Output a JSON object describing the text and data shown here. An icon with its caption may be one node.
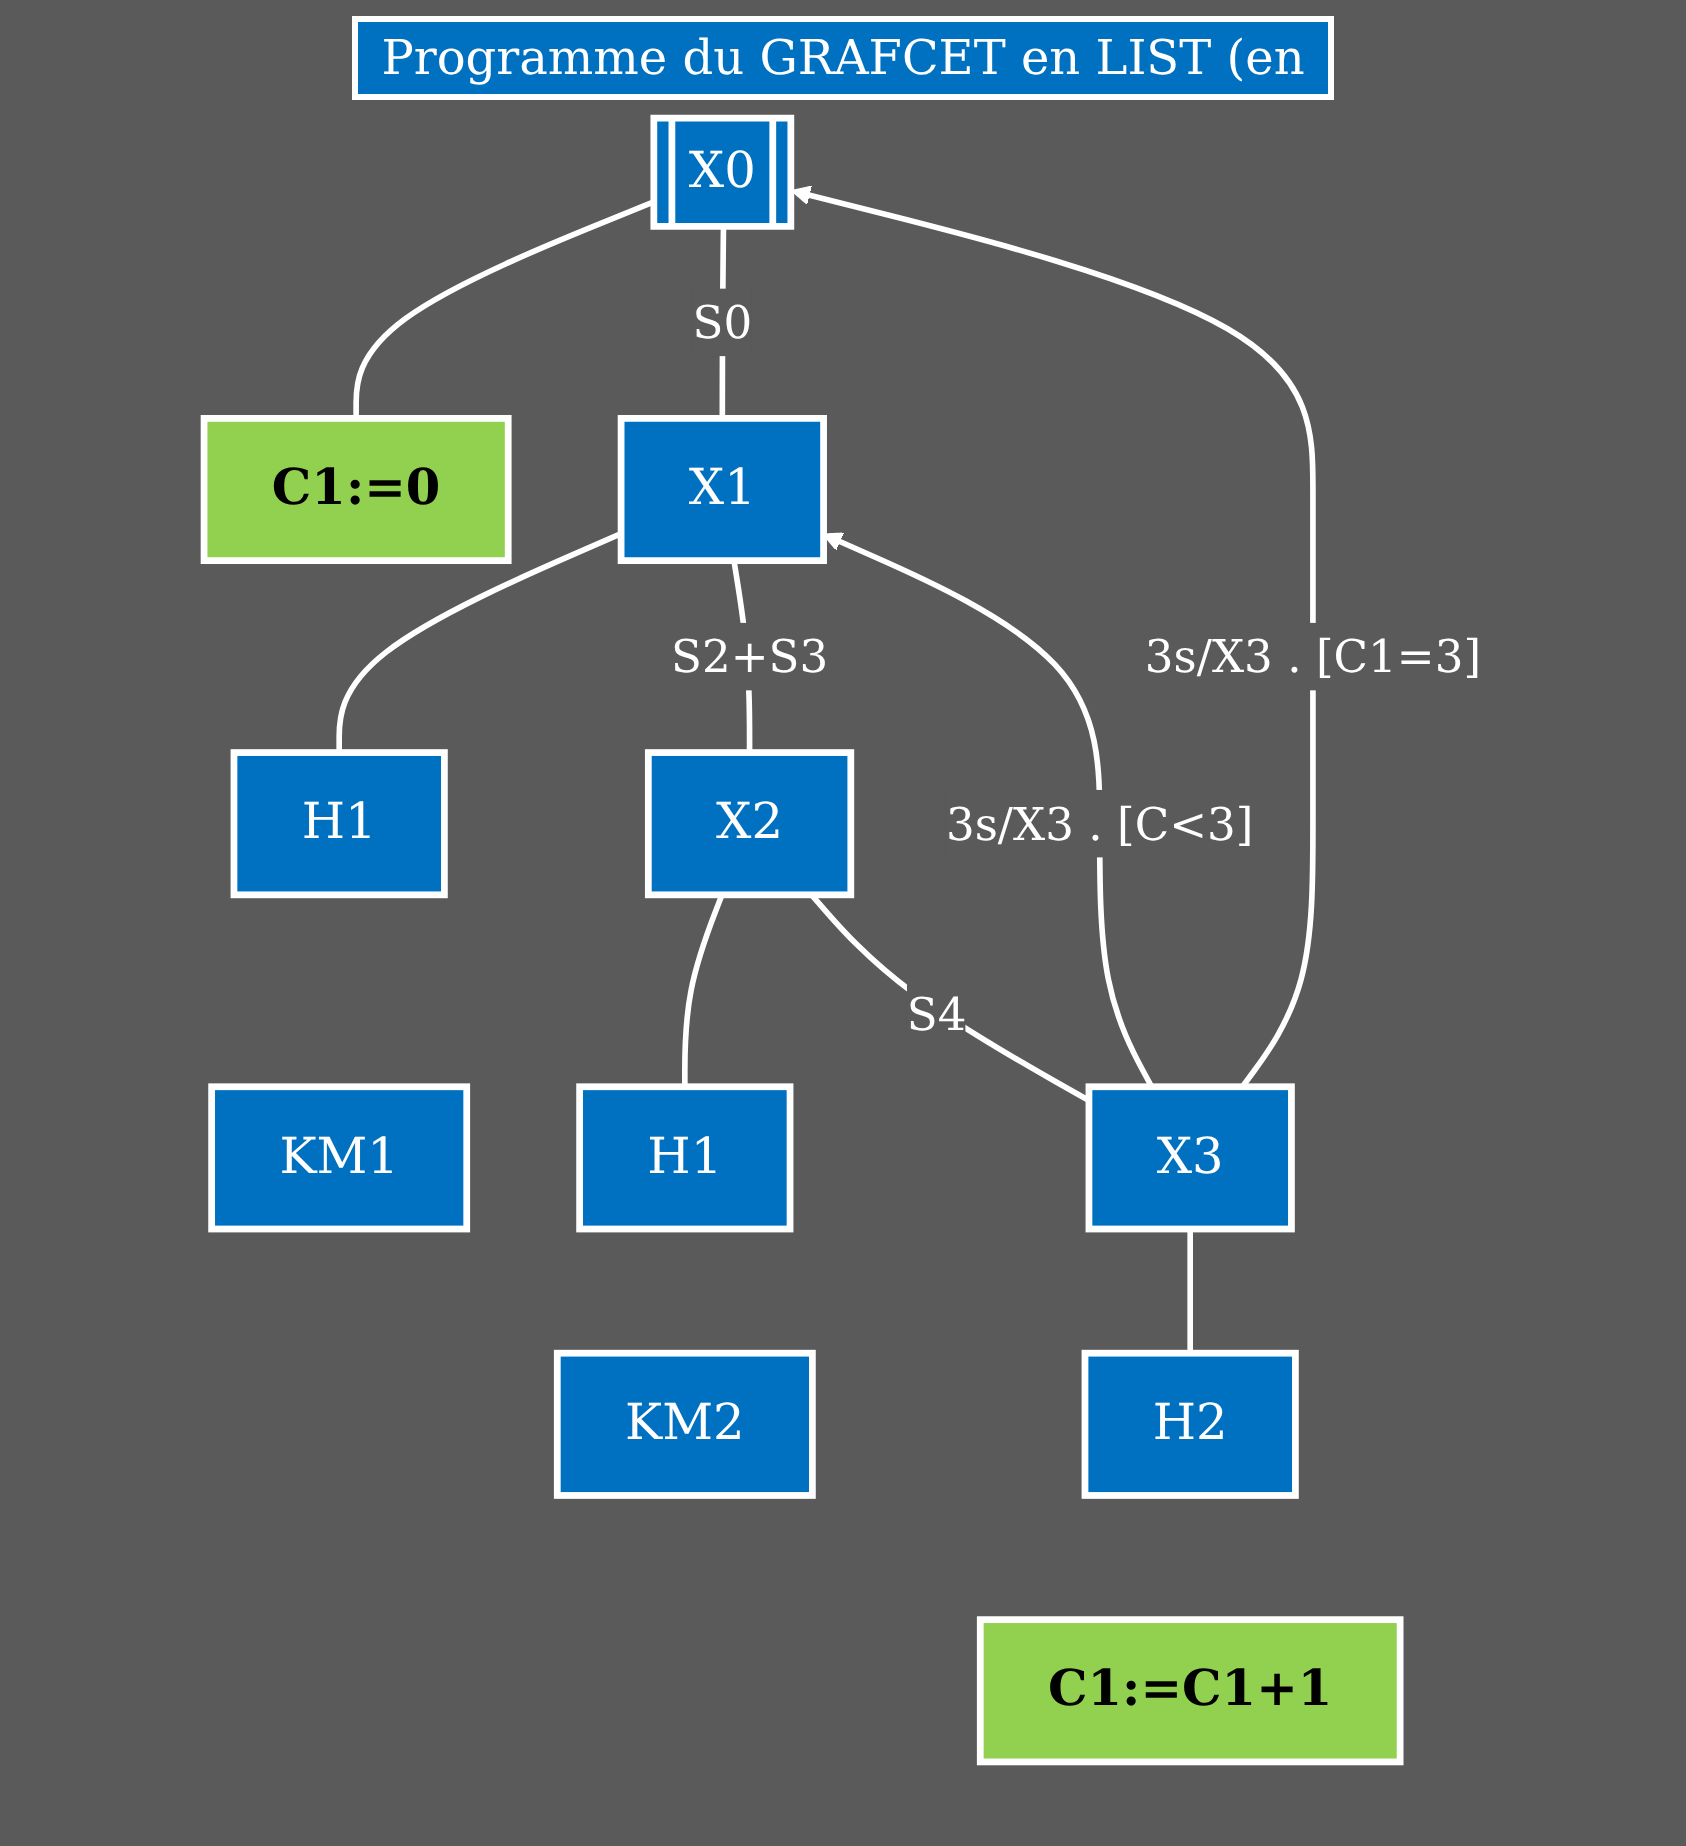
{
  "diagram": {
    "title": "Programme du GRAFCET en LIST (en",
    "nodes": [
      {
        "text": [
          "X0"
        ]
      },
      {
        "text": [
          "C1:=0"
        ]
      },
      {
        "text": [
          "X1"
        ]
      },
      {
        "text": [
          "H1"
        ]
      },
      {
        "text": [
          "KM1"
        ]
      },
      {
        "text": [
          "X2"
        ]
      },
      {
        "text": [
          "H1"
        ]
      },
      {
        "text": [
          "KM2"
        ]
      },
      {
        "text": [
          "X3"
        ]
      },
      {
        "text": [
          "H2"
        ]
      },
      {
        "text": [
          "C1:=C1+1"
        ]
      }
    ],
    "edges": [
      {
        "from": 0,
        "to": 1,
        "arrow": "none"
      },
      {
        "from": 0,
        "to": 2,
        "arrow": "none",
        "label": "S0"
      },
      {
        "from": 2,
        "to": 3,
        "arrow": "none"
      },
      {
        "from": 2,
        "to": 5,
        "arrow": "none",
        "label": "S2+S3"
      },
      {
        "from": 5,
        "to": 6,
        "arrow": "none"
      },
      {
        "from": 5,
        "to": 8,
        "arrow": "none",
        "label": "S4"
      },
      {
        "from": 8,
        "to": 9,
        "arrow": "none"
      },
      {
        "from": 8,
        "to": 0,
        "arrow": "to",
        "label": "3s/X3 . [C1=3]"
      },
      {
        "from": 8,
        "to": 2,
        "arrow": "to",
        "label": "3s/X3 . [C<3]"
      }
    ]
  }
}
